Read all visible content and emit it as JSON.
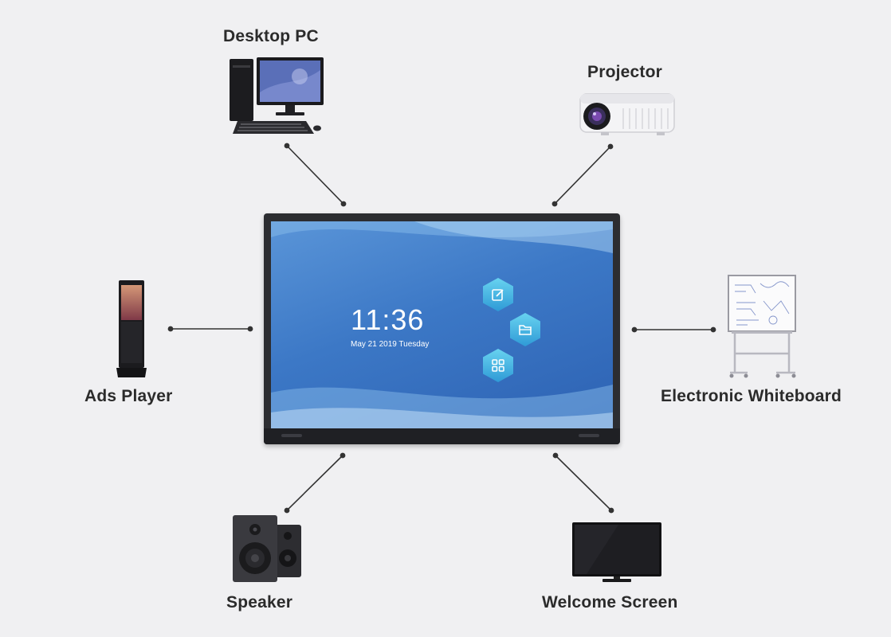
{
  "hub": {
    "clock": "11:36",
    "date": "May 21 2019 Tuesday"
  },
  "devices": {
    "desktop_pc": "Desktop PC",
    "projector": "Projector",
    "ads_player": "Ads Player",
    "electronic_whiteboard": "Electronic Whiteboard",
    "speaker": "Speaker",
    "welcome_screen": "Welcome Screen"
  },
  "icons": {
    "app1": "edit-icon",
    "app2": "folder-icon",
    "app3": "apps-grid-icon"
  },
  "colors": {
    "background": "#f0f0f2",
    "screen_blue": "#3c78c6",
    "app_icon_cyan": "#4fb8e8",
    "connector": "#333333"
  }
}
